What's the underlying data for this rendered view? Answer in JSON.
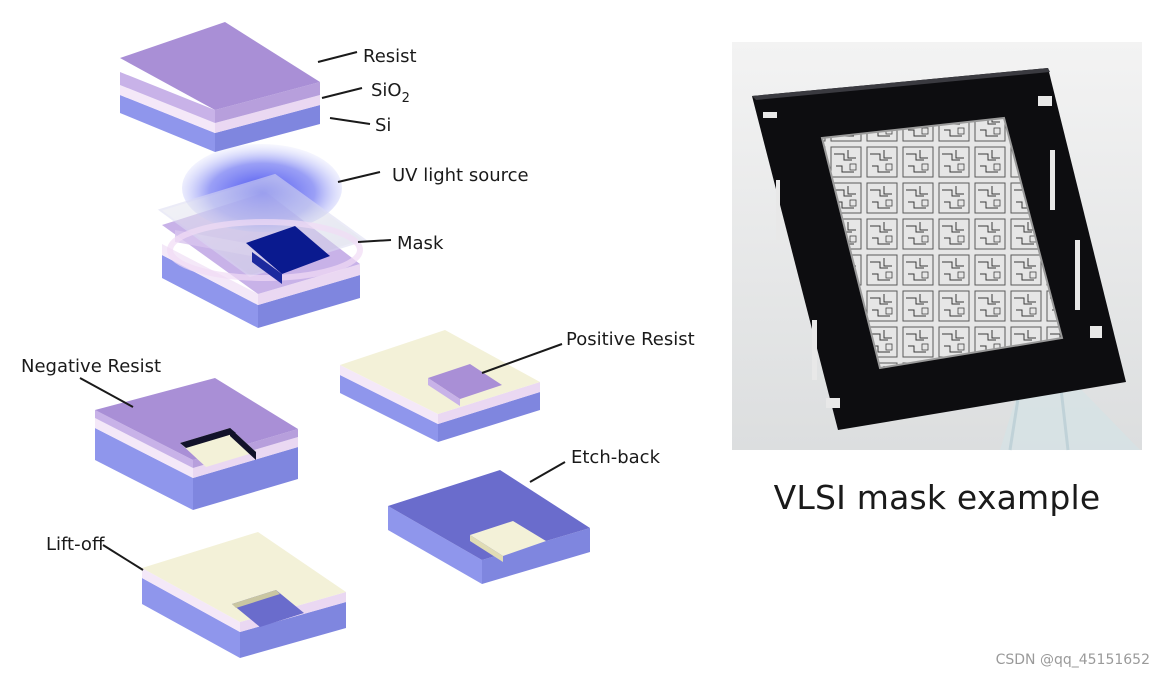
{
  "diagram": {
    "labels": {
      "resist": "Resist",
      "sio2_main": "SiO",
      "sio2_sub": "2",
      "si": "Si",
      "uv_light": "UV light source",
      "mask": "Mask",
      "positive_resist": "Positive Resist",
      "negative_resist": "Negative Resist",
      "etch_back": "Etch-back",
      "lift_off": "Lift-off"
    },
    "colors": {
      "resist_top": "#a98fd6",
      "resist_side": "#c8b2e8",
      "oxide": "#f4e8f8",
      "si_top": "#8e92e6",
      "si_side": "#8f96ec",
      "exposed_top": "#f3f1d8",
      "etched": "#6a6ccc",
      "uv_glow": "#5a62f0",
      "mask_dark": "#0a1a8f"
    }
  },
  "photo": {
    "caption": "VLSI mask example"
  },
  "watermark": "CSDN @qq_45151652"
}
